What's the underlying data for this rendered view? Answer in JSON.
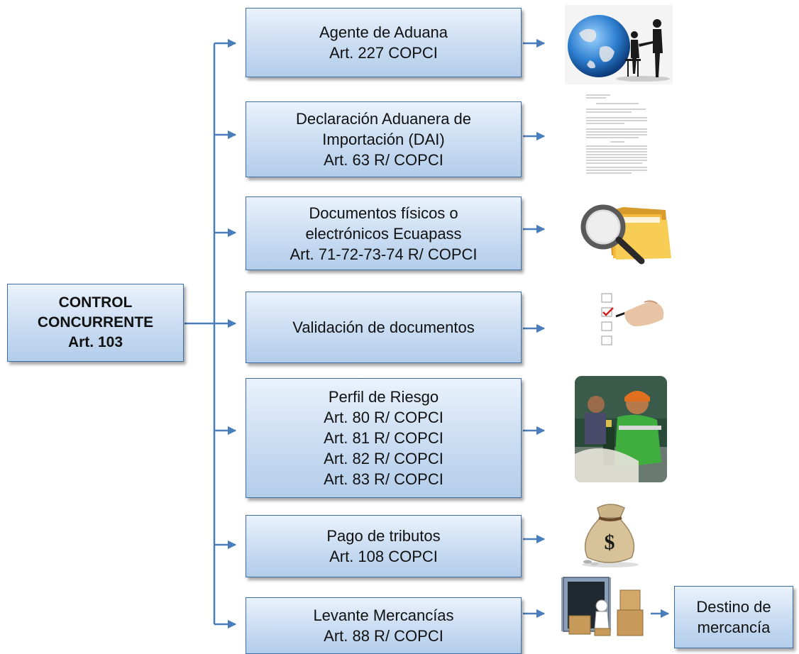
{
  "root": {
    "lines": [
      "CONTROL",
      "CONCURRENTE",
      "Art. 103"
    ]
  },
  "steps": [
    {
      "lines": [
        "Agente de Aduana",
        "Art. 227 COPCI"
      ],
      "icon": "globe-handshake-icon"
    },
    {
      "lines": [
        "Declaración Aduanera de",
        "Importación (DAI)",
        "Art. 63 R/ COPCI"
      ],
      "icon": "document-icon"
    },
    {
      "lines": [
        "Documentos físicos o",
        "electrónicos Ecuapass",
        "Art. 71-72-73-74 R/ COPCI"
      ],
      "icon": "folders-magnifier-icon"
    },
    {
      "lines": [
        "Validación de documentos"
      ],
      "icon": "checklist-icon"
    },
    {
      "lines": [
        "Perfil de Riesgo",
        "Art. 80 R/ COPCI",
        "Art. 81 R/ COPCI",
        "Art. 82 R/ COPCI",
        "Art. 83 R/ COPCI"
      ],
      "icon": "inspection-photo-icon"
    },
    {
      "lines": [
        "Pago de tributos",
        "Art. 108 COPCI"
      ],
      "icon": "money-bag-icon"
    },
    {
      "lines": [
        "Levante Mercancías",
        "Art. 88 R/ COPCI"
      ],
      "icon": "container-boxes-icon"
    }
  ],
  "destination": {
    "lines": [
      "Destino de",
      "mercancía"
    ]
  },
  "colors": {
    "connector": "#4a7ebb",
    "box_border": "#3f6ea6"
  }
}
